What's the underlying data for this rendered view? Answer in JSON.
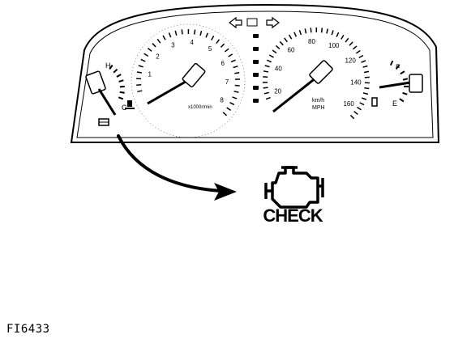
{
  "tachometer": {
    "ticks": [
      "1",
      "2",
      "3",
      "4",
      "5",
      "6",
      "7",
      "8"
    ],
    "unit": "x1000r/min"
  },
  "speedometer": {
    "ticks": [
      "20",
      "40",
      "60",
      "80",
      "100",
      "120",
      "140",
      "160"
    ],
    "unit_kmh": "km/h",
    "unit_mph": "MPH"
  },
  "fuel_gauge": {
    "full": "F",
    "empty": "E"
  },
  "temp_gauge": {
    "hot": "H",
    "cold": "C"
  },
  "indicator": {
    "label": "CHECK",
    "icon": "engine-icon"
  },
  "figure_id": "FI6433"
}
